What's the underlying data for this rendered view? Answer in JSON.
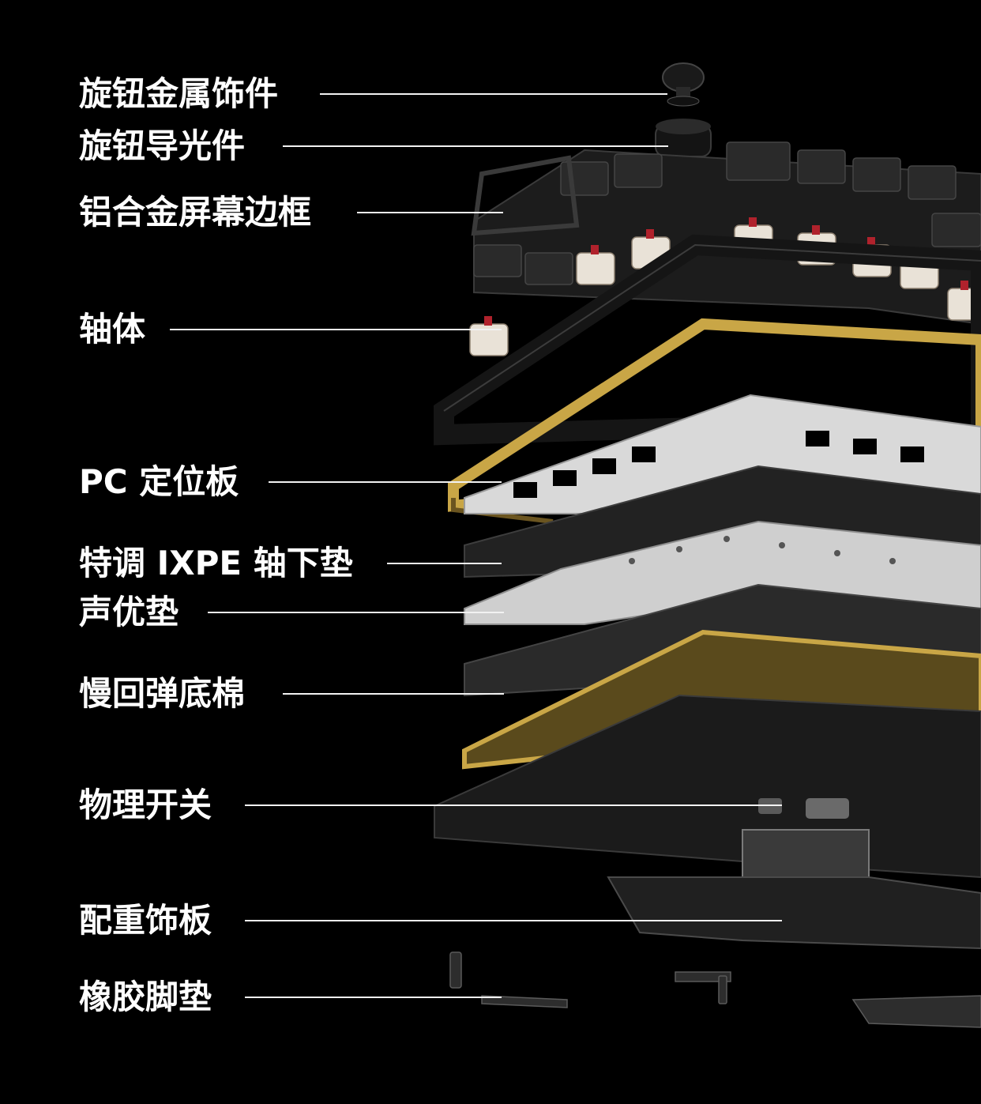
{
  "colors": {
    "background": "#000000",
    "label_text": "#ffffff",
    "leader_line": "#f2f2f2",
    "gold_frame": "#c9a646",
    "dark_metal": "#1b1b1b",
    "plate_white": "#d9d9d9",
    "switch_red": "#b0222c"
  },
  "callouts": [
    {
      "id": "knob-metal-trim",
      "text": "旋钮金属饰件"
    },
    {
      "id": "knob-light-guide",
      "text": "旋钮导光件"
    },
    {
      "id": "aluminum-screen-bezel",
      "text": "铝合金屏幕边框"
    },
    {
      "id": "switches",
      "text": "轴体"
    },
    {
      "id": "pc-plate",
      "text": "PC 定位板"
    },
    {
      "id": "ixpe-switch-pad",
      "text": "特调 IXPE 轴下垫"
    },
    {
      "id": "acoustic-pad",
      "text": "声优垫"
    },
    {
      "id": "slow-rebound-foam",
      "text": "慢回弹底棉"
    },
    {
      "id": "physical-switch",
      "text": "物理开关"
    },
    {
      "id": "weight-trim-plate",
      "text": "配重饰板"
    },
    {
      "id": "rubber-feet",
      "text": "橡胶脚垫"
    }
  ],
  "illustration": {
    "icon": "exploded-keyboard-illustration"
  }
}
